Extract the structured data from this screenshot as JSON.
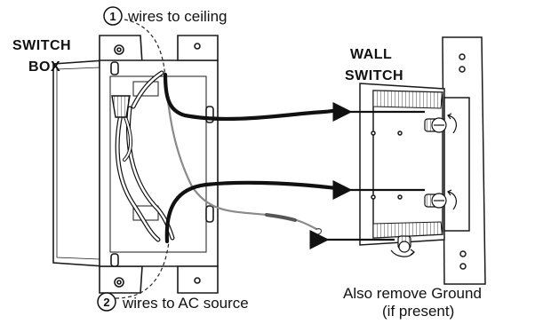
{
  "labels": {
    "switch_box": [
      "SWITCH",
      "BOX"
    ],
    "wall_switch": [
      "WALL",
      "SWITCH"
    ],
    "top_callout": {
      "number": "1",
      "text": "wires to ceiling"
    },
    "bottom_callout": {
      "number": "2",
      "text": "wires to AC source"
    },
    "ground_note": [
      "Also remove Ground",
      "(if present)"
    ]
  },
  "colors": {
    "line": "#1a1a1a",
    "black_wire": "#111111",
    "gray_wire": "#8a8a8a",
    "white_wire": "#ffffff",
    "fill": "#ffffff",
    "shade": "#d6d6d6"
  }
}
